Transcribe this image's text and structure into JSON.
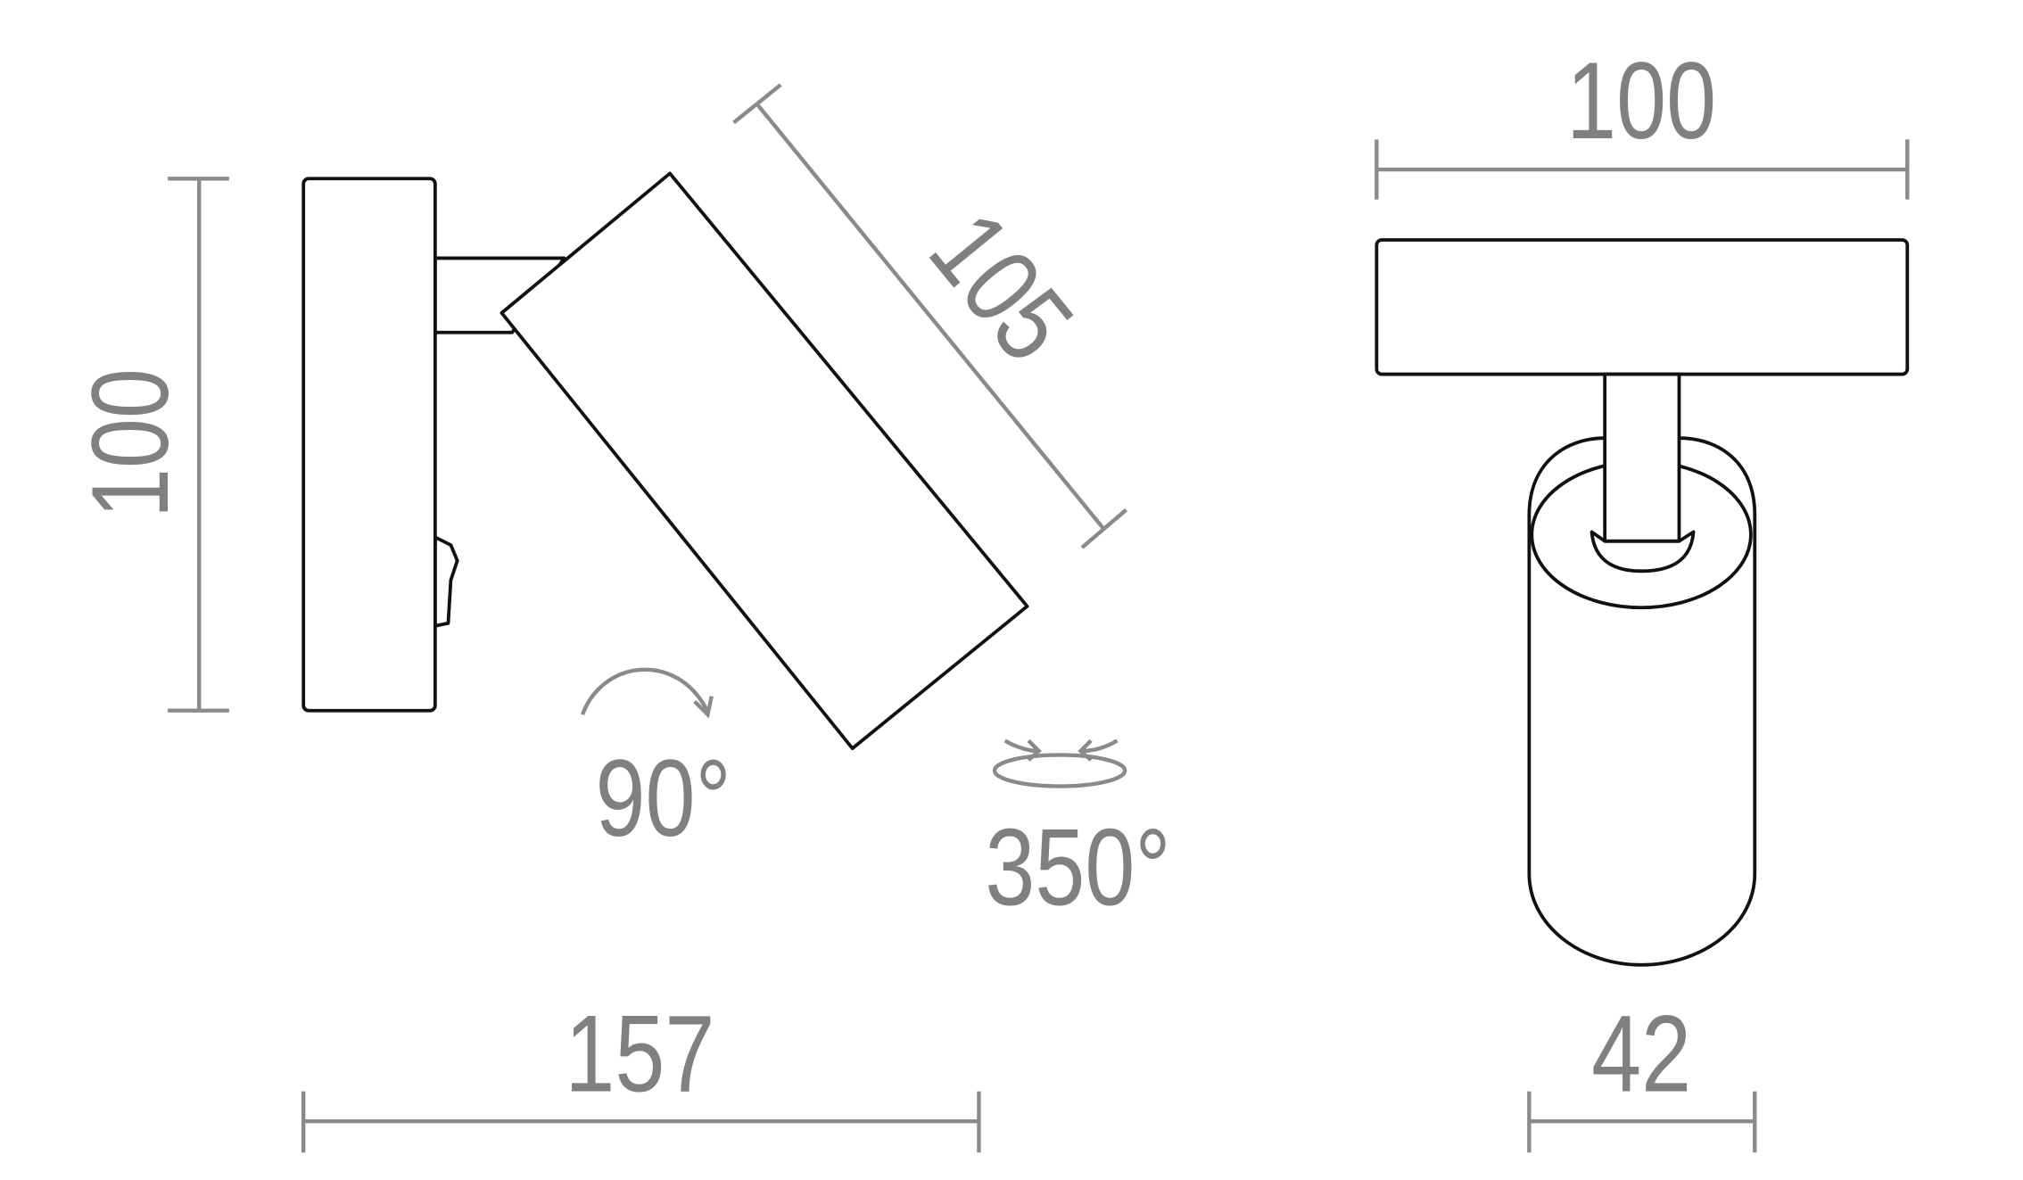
{
  "side_view": {
    "height_label": "100",
    "width_label": "157",
    "head_length_label": "105",
    "tilt_label": "90°",
    "rotation_label": "350°"
  },
  "front_view": {
    "plate_width_label": "100",
    "body_diameter_label": "42"
  },
  "colors": {
    "dimension": "#808080",
    "outline": "#111111"
  }
}
